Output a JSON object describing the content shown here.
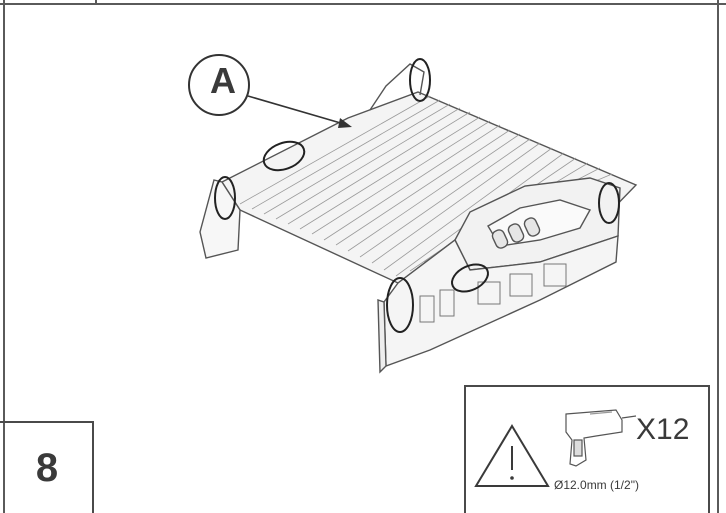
{
  "callout": {
    "label": "A"
  },
  "step": {
    "number": "8"
  },
  "tool": {
    "icon": "drill-icon",
    "quantity": "X12",
    "bit_size": "Ø12.0mm (1/2\")",
    "warning_icon": "warning-triangle-icon"
  }
}
